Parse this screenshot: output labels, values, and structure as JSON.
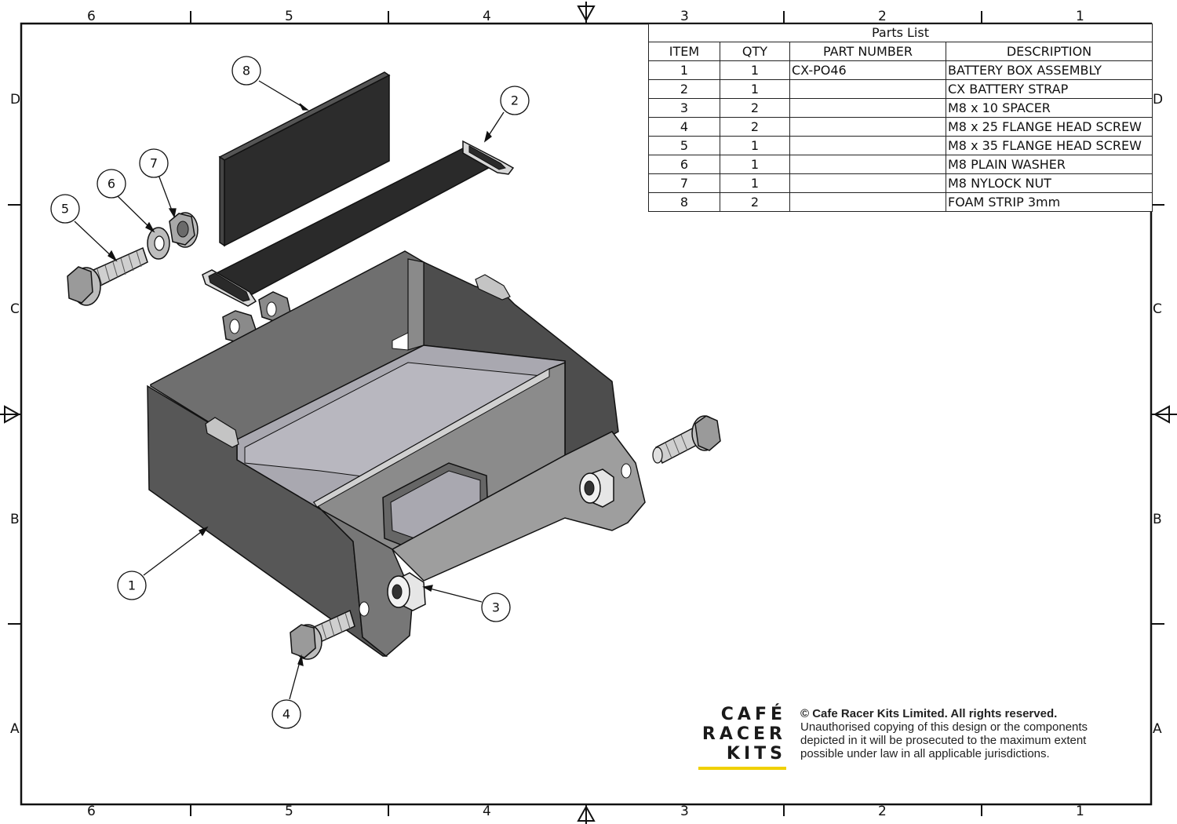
{
  "border": {
    "top_zones": [
      "6",
      "5",
      "4",
      "3",
      "2",
      "1"
    ],
    "bottom_zones": [
      "6",
      "5",
      "4",
      "3",
      "2",
      "1"
    ],
    "left_zones": [
      "D",
      "C",
      "B",
      "A"
    ],
    "right_zones": [
      "D",
      "C",
      "B",
      "A"
    ]
  },
  "parts_list": {
    "title": "Parts List",
    "headers": [
      "ITEM",
      "QTY",
      "PART NUMBER",
      "DESCRIPTION"
    ],
    "rows": [
      {
        "item": "1",
        "qty": "1",
        "part": "CX-PO46",
        "desc": "BATTERY BOX ASSEMBLY"
      },
      {
        "item": "2",
        "qty": "1",
        "part": "",
        "desc": "CX BATTERY STRAP"
      },
      {
        "item": "3",
        "qty": "2",
        "part": "",
        "desc": "M8 x 10 SPACER"
      },
      {
        "item": "4",
        "qty": "2",
        "part": "",
        "desc": "M8 x 25 FLANGE HEAD SCREW"
      },
      {
        "item": "5",
        "qty": "1",
        "part": "",
        "desc": "M8 x 35 FLANGE HEAD SCREW"
      },
      {
        "item": "6",
        "qty": "1",
        "part": "",
        "desc": "M8 PLAIN WASHER"
      },
      {
        "item": "7",
        "qty": "1",
        "part": "",
        "desc": "M8 NYLOCK NUT"
      },
      {
        "item": "8",
        "qty": "2",
        "part": "",
        "desc": "FOAM STRIP 3mm"
      }
    ]
  },
  "balloons": {
    "b1": "1",
    "b2": "2",
    "b3": "3",
    "b4": "4",
    "b5": "5",
    "b6": "6",
    "b7": "7",
    "b8": "8"
  },
  "logo": {
    "line1": "CAFÉ",
    "line2": "RACER",
    "line3": "KITS",
    "bar_color": "#f0d000"
  },
  "notice": {
    "heading": "© Cafe Racer Kits Limited. All rights reserved.",
    "line1": "Unauthorised copying of this design or the components",
    "line2": "depicted in it will be prosecuted to the maximum extent",
    "line3": "possible under law in all applicable jurisdictions."
  }
}
